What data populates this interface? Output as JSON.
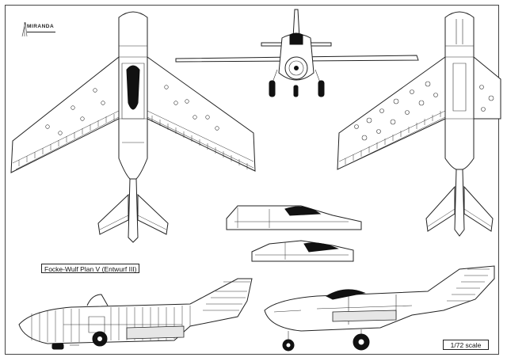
{
  "drawing": {
    "title": "Focke-Wulf Plan V (Entwurf III)",
    "scale": "1/72 scale",
    "logo": "MIRANDA"
  }
}
